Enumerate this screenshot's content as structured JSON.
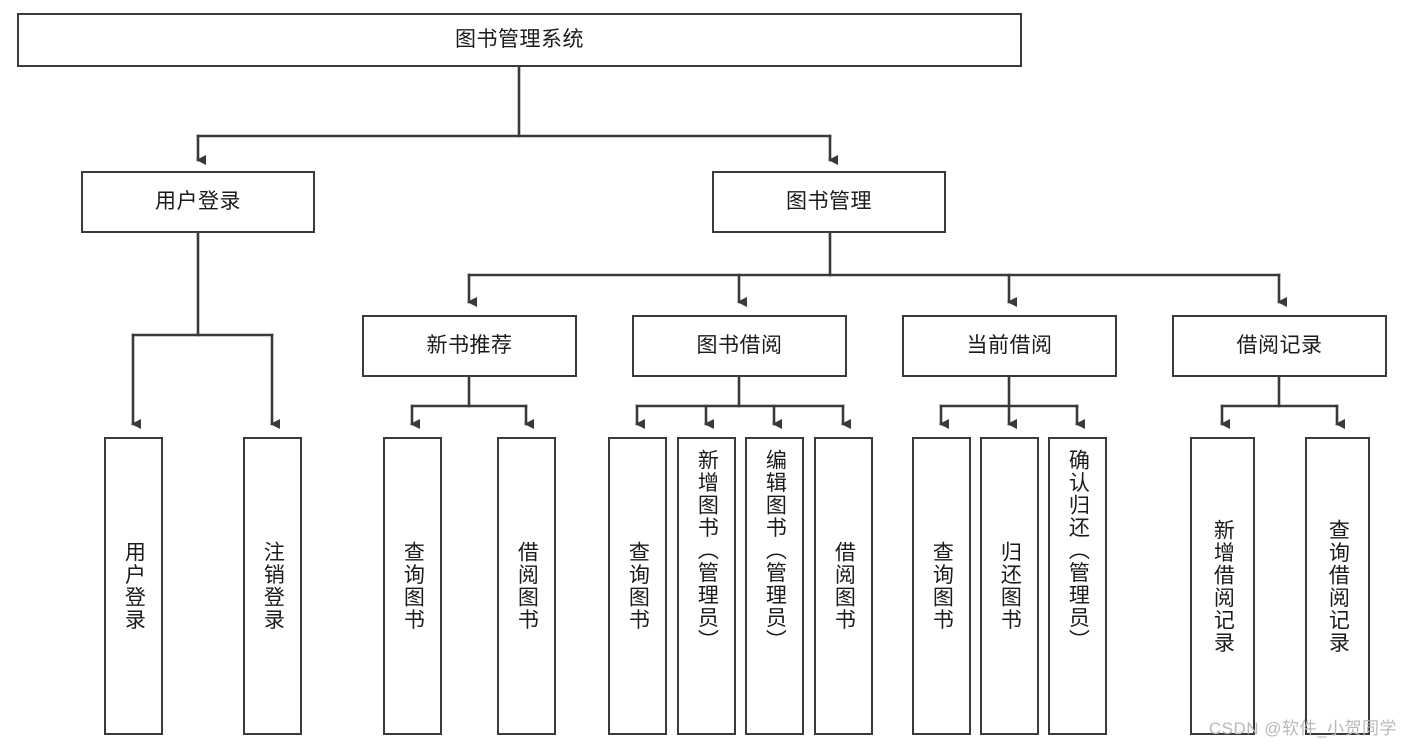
{
  "diagram": {
    "type": "tree",
    "title": "图书管理系统",
    "watermark": "CSDN @软件_小贺同学",
    "colors": {
      "box_border": "#3a3a3a",
      "box_fill": "#ffffff",
      "connector": "#3a3a3a",
      "text": "#1b1b1b",
      "watermark": "#b9b9b9"
    },
    "nodes": {
      "root": {
        "label": "图书管理系统",
        "level": 0
      },
      "user_login": {
        "label": "用户登录",
        "level": 1
      },
      "book_manage": {
        "label": "图书管理",
        "level": 1
      },
      "new_book_rec": {
        "label": "新书推荐",
        "level": 2
      },
      "book_borrow": {
        "label": "图书借阅",
        "level": 2
      },
      "current_borrow": {
        "label": "当前借阅",
        "level": 2
      },
      "borrow_record": {
        "label": "借阅记录",
        "level": 2
      },
      "leaf_user_login": {
        "label": "用户登录",
        "level": 3
      },
      "leaf_logout": {
        "label": "注销登录",
        "level": 3
      },
      "leaf_query_book_1": {
        "label": "查询图书",
        "level": 3
      },
      "leaf_borrow_book_1": {
        "label": "借阅图书",
        "level": 3
      },
      "leaf_query_book_2": {
        "label": "查询图书",
        "level": 3
      },
      "leaf_add_book": {
        "label": "新增图书（管理员）",
        "level": 3
      },
      "leaf_edit_book": {
        "label": "编辑图书（管理员）",
        "level": 3
      },
      "leaf_borrow_book_2": {
        "label": "借阅图书",
        "level": 3
      },
      "leaf_query_book_3": {
        "label": "查询图书",
        "level": 3
      },
      "leaf_return_book": {
        "label": "归还图书",
        "level": 3
      },
      "leaf_confirm_return": {
        "label": "确认归还（管理员）",
        "level": 3
      },
      "leaf_add_record": {
        "label": "新增借阅记录",
        "level": 3
      },
      "leaf_query_record": {
        "label": "查询借阅记录",
        "level": 3
      }
    },
    "edges": [
      {
        "from": "root",
        "to": "user_login"
      },
      {
        "from": "root",
        "to": "book_manage"
      },
      {
        "from": "user_login",
        "to": "leaf_user_login"
      },
      {
        "from": "user_login",
        "to": "leaf_logout"
      },
      {
        "from": "book_manage",
        "to": "new_book_rec"
      },
      {
        "from": "book_manage",
        "to": "book_borrow"
      },
      {
        "from": "book_manage",
        "to": "current_borrow"
      },
      {
        "from": "book_manage",
        "to": "borrow_record"
      },
      {
        "from": "new_book_rec",
        "to": "leaf_query_book_1"
      },
      {
        "from": "new_book_rec",
        "to": "leaf_borrow_book_1"
      },
      {
        "from": "book_borrow",
        "to": "leaf_query_book_2"
      },
      {
        "from": "book_borrow",
        "to": "leaf_add_book"
      },
      {
        "from": "book_borrow",
        "to": "leaf_edit_book"
      },
      {
        "from": "book_borrow",
        "to": "leaf_borrow_book_2"
      },
      {
        "from": "current_borrow",
        "to": "leaf_query_book_3"
      },
      {
        "from": "current_borrow",
        "to": "leaf_return_book"
      },
      {
        "from": "current_borrow",
        "to": "leaf_confirm_return"
      },
      {
        "from": "borrow_record",
        "to": "leaf_add_record"
      },
      {
        "from": "borrow_record",
        "to": "leaf_query_record"
      }
    ]
  }
}
